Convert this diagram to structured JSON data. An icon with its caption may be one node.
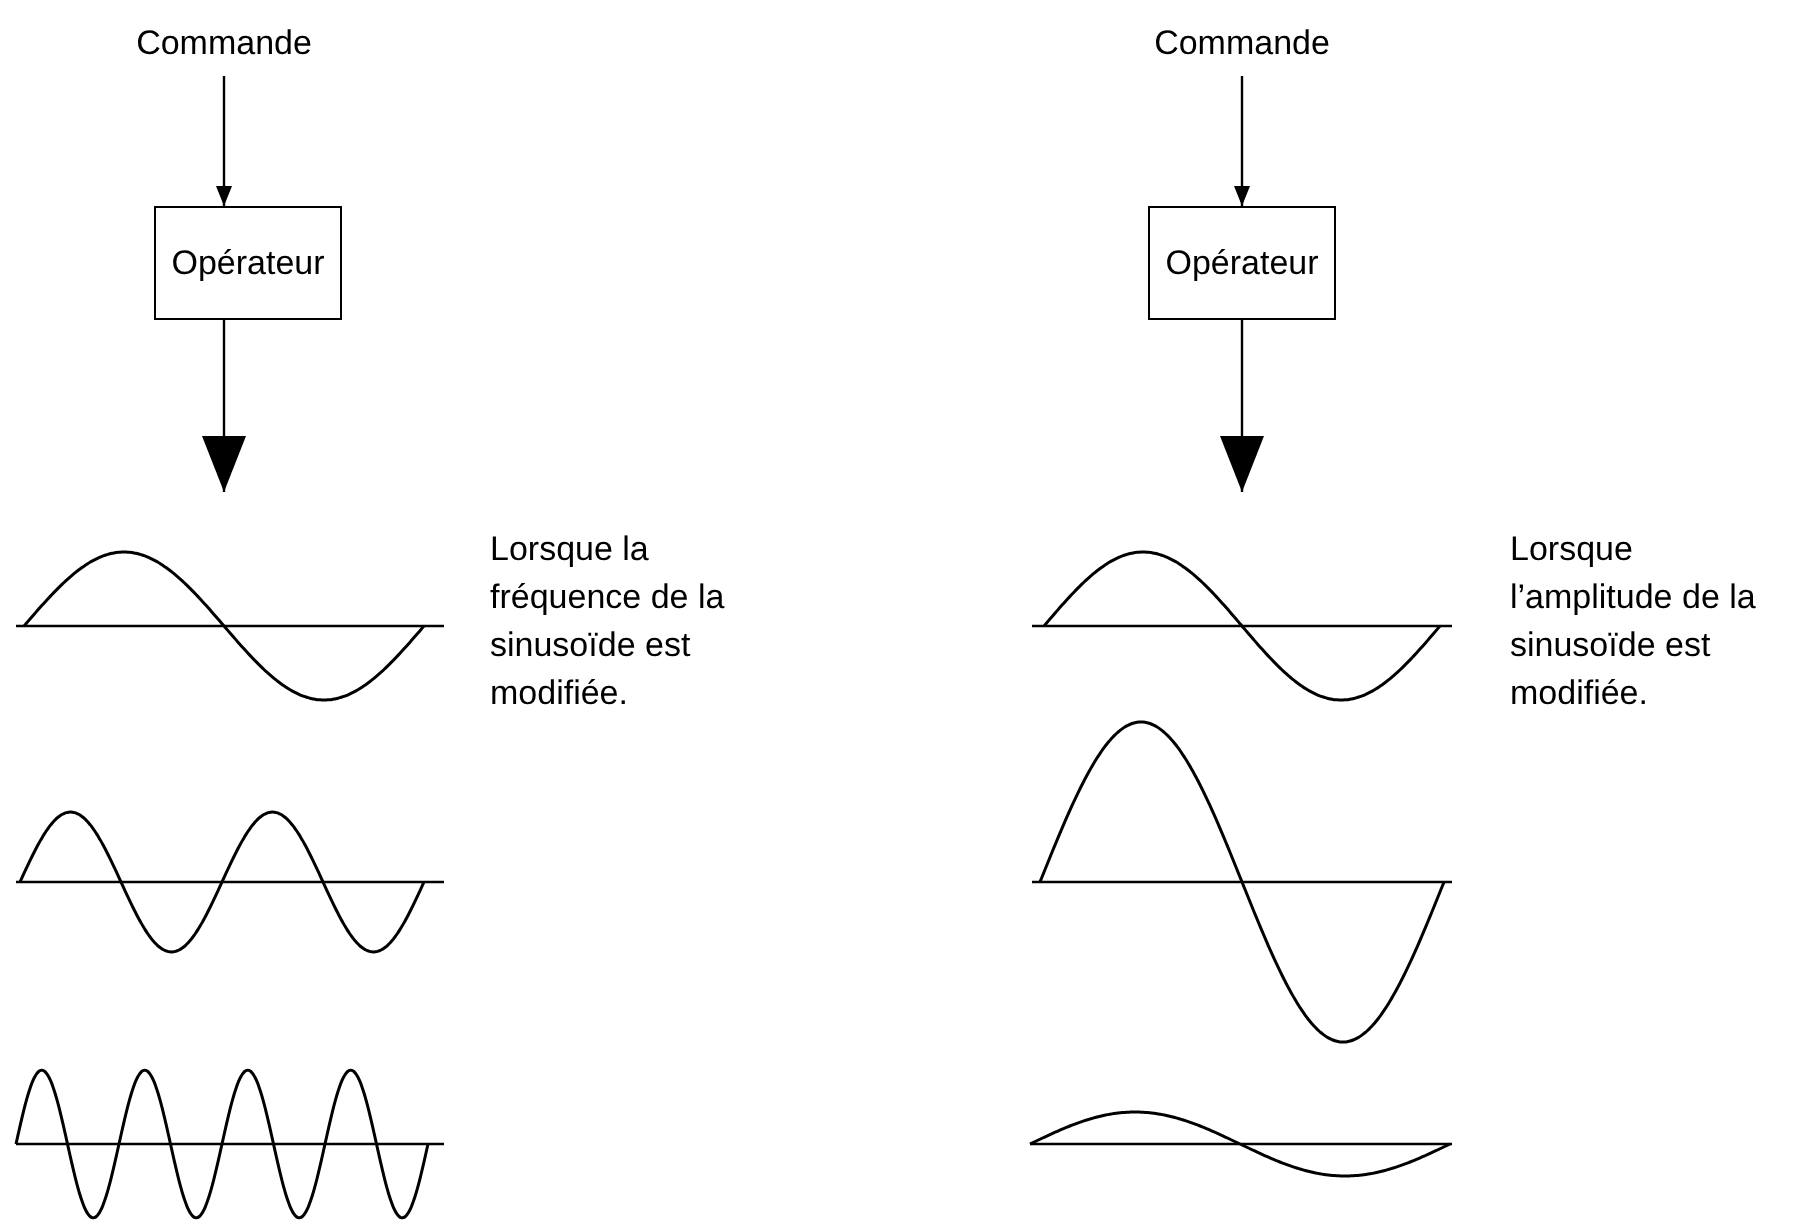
{
  "diagram": {
    "nodes": [
      {
        "text": [
          "Commande"
        ]
      },
      {
        "text": [
          "Opérateur"
        ]
      },
      {
        "text": [
          "Commande"
        ]
      },
      {
        "text": [
          "Opérateur"
        ]
      }
    ],
    "edges": [
      {
        "from": 0,
        "to": 1,
        "arrow": "to"
      },
      {
        "from": 1,
        "to": null,
        "arrow": "to"
      },
      {
        "from": 2,
        "to": 3,
        "arrow": "to"
      },
      {
        "from": 3,
        "to": null,
        "arrow": "to"
      }
    ],
    "labels": [
      "Lorsque la fréquence de la sinusoïde est modifiée.",
      "Lorsque l’amplitude de la sinusoïde est modifiée."
    ]
  }
}
